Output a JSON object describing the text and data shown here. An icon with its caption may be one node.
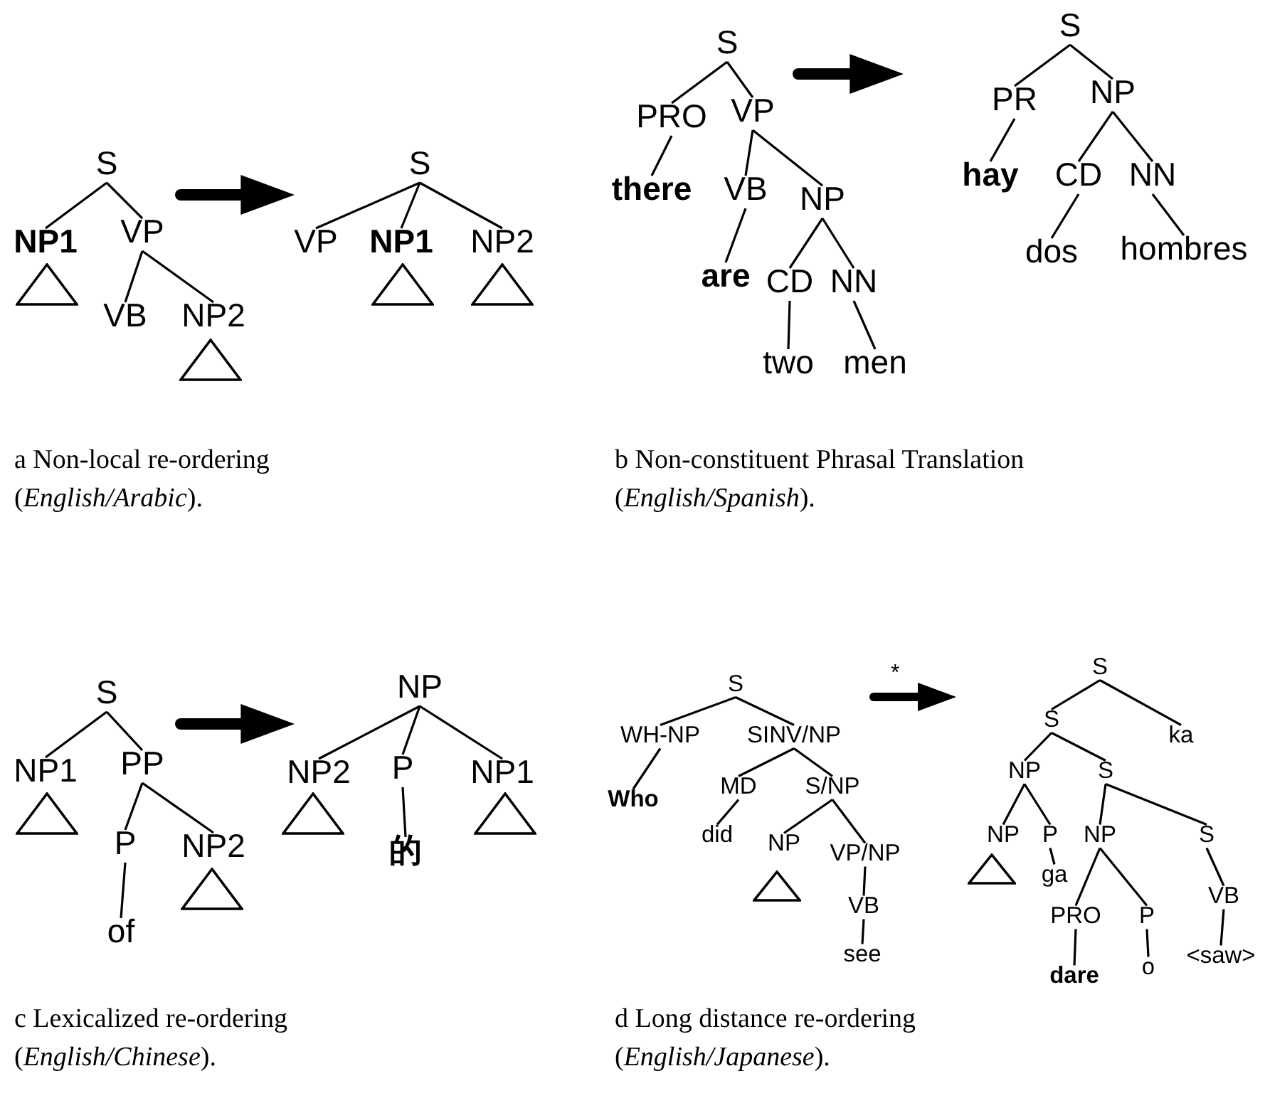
{
  "diagram": {
    "nodes": [
      {
        "text": [
          "S"
        ]
      },
      {
        "text": [
          "**NP1**"
        ]
      },
      {
        "text": [],
        "shape": "triangle"
      },
      {
        "text": [
          "VP"
        ]
      },
      {
        "text": [
          "VB"
        ]
      },
      {
        "text": [
          "NP2"
        ]
      },
      {
        "text": [],
        "shape": "triangle"
      },
      {
        "text": [
          "S"
        ]
      },
      {
        "text": [
          "VP"
        ]
      },
      {
        "text": [
          "**NP1**"
        ]
      },
      {
        "text": [],
        "shape": "triangle"
      },
      {
        "text": [
          "NP2"
        ]
      },
      {
        "text": [],
        "shape": "triangle"
      },
      {
        "text": [
          "S"
        ]
      },
      {
        "text": [
          "PRO"
        ]
      },
      {
        "text": [
          "**there**"
        ]
      },
      {
        "text": [
          "VP"
        ]
      },
      {
        "text": [
          "VB"
        ]
      },
      {
        "text": [
          "**are**"
        ]
      },
      {
        "text": [
          "NP"
        ]
      },
      {
        "text": [
          "CD"
        ]
      },
      {
        "text": [
          "two"
        ]
      },
      {
        "text": [
          "NN"
        ]
      },
      {
        "text": [
          "men"
        ]
      },
      {
        "text": [
          "S"
        ]
      },
      {
        "text": [
          "PR"
        ]
      },
      {
        "text": [
          "**hay**"
        ]
      },
      {
        "text": [
          "NP"
        ]
      },
      {
        "text": [
          "CD"
        ]
      },
      {
        "text": [
          "dos"
        ]
      },
      {
        "text": [
          "NN"
        ]
      },
      {
        "text": [
          "hombres"
        ]
      },
      {
        "text": [
          "S"
        ]
      },
      {
        "text": [
          "NP1"
        ]
      },
      {
        "text": [],
        "shape": "triangle"
      },
      {
        "text": [
          "PP"
        ]
      },
      {
        "text": [
          "P"
        ]
      },
      {
        "text": [
          "of"
        ]
      },
      {
        "text": [
          "NP2"
        ]
      },
      {
        "text": [],
        "shape": "triangle"
      },
      {
        "text": [
          "NP"
        ]
      },
      {
        "text": [
          "NP2"
        ]
      },
      {
        "text": [],
        "shape": "triangle"
      },
      {
        "text": [
          "P"
        ]
      },
      {
        "text": [
          "**的**"
        ]
      },
      {
        "text": [
          "NP1"
        ]
      },
      {
        "text": [],
        "shape": "triangle"
      },
      {
        "text": [
          "S"
        ]
      },
      {
        "text": [
          "WH-NP"
        ]
      },
      {
        "text": [
          "**Who**"
        ]
      },
      {
        "text": [
          "SINV/NP"
        ]
      },
      {
        "text": [
          "MD"
        ]
      },
      {
        "text": [
          "did"
        ]
      },
      {
        "text": [
          "S/NP"
        ]
      },
      {
        "text": [
          "NP"
        ]
      },
      {
        "text": [],
        "shape": "triangle"
      },
      {
        "text": [
          "VP/NP"
        ]
      },
      {
        "text": [
          "VB"
        ]
      },
      {
        "text": [
          "see"
        ]
      },
      {
        "text": [
          "S"
        ]
      },
      {
        "text": [
          "S"
        ]
      },
      {
        "text": [
          "ka"
        ]
      },
      {
        "text": [
          "NP"
        ]
      },
      {
        "text": [
          "S"
        ]
      },
      {
        "text": [
          "NP"
        ]
      },
      {
        "text": [],
        "shape": "triangle"
      },
      {
        "text": [
          "P"
        ]
      },
      {
        "text": [
          "ga"
        ]
      },
      {
        "text": [
          "NP"
        ]
      },
      {
        "text": [
          "PRO"
        ]
      },
      {
        "text": [
          "**dare**"
        ]
      },
      {
        "text": [
          "P"
        ]
      },
      {
        "text": [
          "o"
        ]
      },
      {
        "text": [
          "S"
        ]
      },
      {
        "text": [
          "VB"
        ]
      },
      {
        "text": [
          "<saw>"
        ]
      }
    ],
    "edges": [
      {
        "from": 0,
        "to": 1,
        "arrow": "none"
      },
      {
        "from": 0,
        "to": 3,
        "arrow": "none"
      },
      {
        "from": 3,
        "to": 4,
        "arrow": "none"
      },
      {
        "from": 3,
        "to": 5,
        "arrow": "none"
      },
      {
        "from": 7,
        "to": 8,
        "arrow": "none"
      },
      {
        "from": 7,
        "to": 9,
        "arrow": "none"
      },
      {
        "from": 7,
        "to": 11,
        "arrow": "none"
      },
      {
        "from": 13,
        "to": 14,
        "arrow": "none"
      },
      {
        "from": 13,
        "to": 16,
        "arrow": "none"
      },
      {
        "from": 14,
        "to": 15,
        "arrow": "none"
      },
      {
        "from": 16,
        "to": 17,
        "arrow": "none"
      },
      {
        "from": 16,
        "to": 19,
        "arrow": "none"
      },
      {
        "from": 17,
        "to": 18,
        "arrow": "none"
      },
      {
        "from": 19,
        "to": 20,
        "arrow": "none"
      },
      {
        "from": 19,
        "to": 22,
        "arrow": "none"
      },
      {
        "from": 20,
        "to": 21,
        "arrow": "none"
      },
      {
        "from": 22,
        "to": 23,
        "arrow": "none"
      },
      {
        "from": 24,
        "to": 25,
        "arrow": "none"
      },
      {
        "from": 24,
        "to": 27,
        "arrow": "none"
      },
      {
        "from": 25,
        "to": 26,
        "arrow": "none"
      },
      {
        "from": 27,
        "to": 28,
        "arrow": "none"
      },
      {
        "from": 27,
        "to": 30,
        "arrow": "none"
      },
      {
        "from": 28,
        "to": 29,
        "arrow": "none"
      },
      {
        "from": 30,
        "to": 31,
        "arrow": "none"
      },
      {
        "from": 32,
        "to": 33,
        "arrow": "none"
      },
      {
        "from": 32,
        "to": 35,
        "arrow": "none"
      },
      {
        "from": 35,
        "to": 36,
        "arrow": "none"
      },
      {
        "from": 35,
        "to": 38,
        "arrow": "none"
      },
      {
        "from": 36,
        "to": 37,
        "arrow": "none"
      },
      {
        "from": 40,
        "to": 41,
        "arrow": "none"
      },
      {
        "from": 40,
        "to": 43,
        "arrow": "none"
      },
      {
        "from": 40,
        "to": 45,
        "arrow": "none"
      },
      {
        "from": 43,
        "to": 44,
        "arrow": "none"
      },
      {
        "from": 47,
        "to": 48,
        "arrow": "none"
      },
      {
        "from": 47,
        "to": 50,
        "arrow": "none"
      },
      {
        "from": 48,
        "to": 49,
        "arrow": "none"
      },
      {
        "from": 50,
        "to": 51,
        "arrow": "none"
      },
      {
        "from": 50,
        "to": 53,
        "arrow": "none"
      },
      {
        "from": 51,
        "to": 52,
        "arrow": "none"
      },
      {
        "from": 53,
        "to": 54,
        "arrow": "none"
      },
      {
        "from": 53,
        "to": 56,
        "arrow": "none"
      },
      {
        "from": 56,
        "to": 57,
        "arrow": "none"
      },
      {
        "from": 57,
        "to": 58,
        "arrow": "none"
      },
      {
        "from": 59,
        "to": 60,
        "arrow": "none"
      },
      {
        "from": 59,
        "to": 61,
        "arrow": "none"
      },
      {
        "from": 60,
        "to": 62,
        "arrow": "none"
      },
      {
        "from": 60,
        "to": 63,
        "arrow": "none"
      },
      {
        "from": 62,
        "to": 64,
        "arrow": "none"
      },
      {
        "from": 62,
        "to": 66,
        "arrow": "none"
      },
      {
        "from": 66,
        "to": 67,
        "arrow": "none"
      },
      {
        "from": 63,
        "to": 68,
        "arrow": "none"
      },
      {
        "from": 63,
        "to": 73,
        "arrow": "none"
      },
      {
        "from": 68,
        "to": 69,
        "arrow": "none"
      },
      {
        "from": 68,
        "to": 71,
        "arrow": "none"
      },
      {
        "from": 69,
        "to": 70,
        "arrow": "none"
      },
      {
        "from": 71,
        "to": 72,
        "arrow": "none"
      },
      {
        "from": 73,
        "to": 74,
        "arrow": "none"
      },
      {
        "from": 74,
        "to": 75,
        "arrow": "none"
      }
    ],
    "labels": [
      "a Non-local re-ordering (*English/Arabic*).",
      "b Non-constituent Phrasal Translation (*English/Spanish*).",
      "*",
      "c Lexicalized re-ordering (*English/Chinese*).",
      "d Long distance re-ordering (*English/Japanese*)."
    ]
  }
}
